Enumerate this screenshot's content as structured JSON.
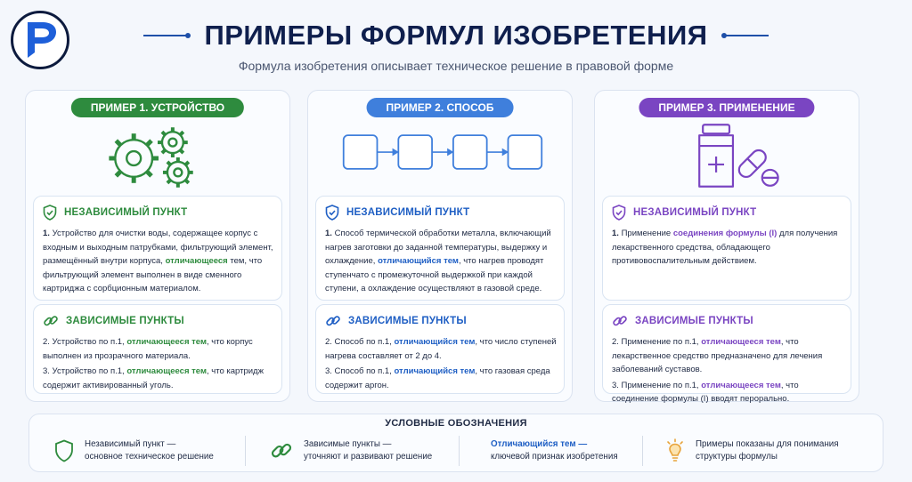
{
  "header": {
    "title": "ПРИМЕРЫ ФОРМУЛ ИЗОБРЕТЕНИЯ",
    "subtitle": "Формула изобретения описывает техническое решение в правовой форме"
  },
  "colors": {
    "green": "#2e8b3e",
    "blue": "#1f5fc4",
    "purple": "#7a45c2",
    "navy": "#0f1f4d"
  },
  "examples": [
    {
      "label": "ПРИМЕР 1. УСТРОЙСТВО",
      "icon": "gears-icon",
      "independent_title": "НЕЗАВИСИМЫЙ ПУНКТ",
      "independent": {
        "num": "1.",
        "before": " Устройство для очистки воды, содержащее корпус с входным и выходным патрубками, фильтрующий элемент, размещённый внутри корпуса, ",
        "hl": "отличающееся",
        "after": " тем, что фильтрующий элемент выполнен в виде сменного картриджа с сорбционным материалом."
      },
      "dependent_title": "ЗАВИСИМЫЕ ПУНКТЫ",
      "dependent": [
        {
          "before": "2. Устройство по п.1, ",
          "hl": "отличающееся тем",
          "after": ", что корпус выполнен из прозрачного материала."
        },
        {
          "before": "3. Устройство по п.1, ",
          "hl": "отличающееся тем",
          "after": ", что картридж содержит активированный уголь."
        }
      ]
    },
    {
      "label": "ПРИМЕР 2. СПОСОБ",
      "icon": "process-steps-icon",
      "independent_title": "НЕЗАВИСИМЫЙ ПУНКТ",
      "independent": {
        "num": "1.",
        "before": " Способ термической обработки металла, включающий нагрев заготовки до заданной температуры, выдержку и охлаждение, ",
        "hl": "отличающийся тем",
        "after": ", что нагрев проводят ступенчато с промежуточной выдержкой при каждой ступени, а охлаждение осуществляют в газовой среде."
      },
      "dependent_title": "ЗАВИСИМЫЕ ПУНКТЫ",
      "dependent": [
        {
          "before": "2. Способ по п.1, ",
          "hl": "отличающийся тем",
          "after": ", что число ступеней нагрева составляет от 2 до 4."
        },
        {
          "before": "3. Способ по п.1, ",
          "hl": "отличающийся тем",
          "after": ", что газовая среда содержит аргон."
        }
      ]
    },
    {
      "label": "ПРИМЕР 3. ПРИМЕНЕНИЕ",
      "icon": "medicine-icon",
      "independent_title": "НЕЗАВИСИМЫЙ ПУНКТ",
      "independent": {
        "num": "1.",
        "before": " Применение ",
        "hl": "соединения формулы (I)",
        "after": " для получения лекарственного средства, обладающего противовоспалительным действием."
      },
      "dependent_title": "ЗАВИСИМЫЕ ПУНКТЫ",
      "dependent": [
        {
          "before": "2. Применение по п.1, ",
          "hl": "отличающееся тем",
          "after": ", что лекарственное средство предназначено для лечения заболеваний суставов."
        },
        {
          "before": "3. Применение по п.1, ",
          "hl": "отличающееся тем",
          "after": ", что соединение формулы (I) вводят перорально."
        }
      ]
    }
  ],
  "legend": {
    "title": "УСЛОВНЫЕ ОБОЗНАЧЕНИЯ",
    "items": [
      {
        "icon": "shield-icon",
        "line1": "Независимый пункт —",
        "line2": "основное техническое решение"
      },
      {
        "icon": "link-icon",
        "line1": "Зависимые пункты —",
        "line2": "уточняют и развивают решение"
      },
      {
        "icon": "",
        "line1": "Отличающийся тем —",
        "line2": "ключевой признак изобретения"
      },
      {
        "icon": "lightbulb-icon",
        "line1": "Примеры показаны для понимания",
        "line2": "структуры формулы"
      }
    ]
  }
}
